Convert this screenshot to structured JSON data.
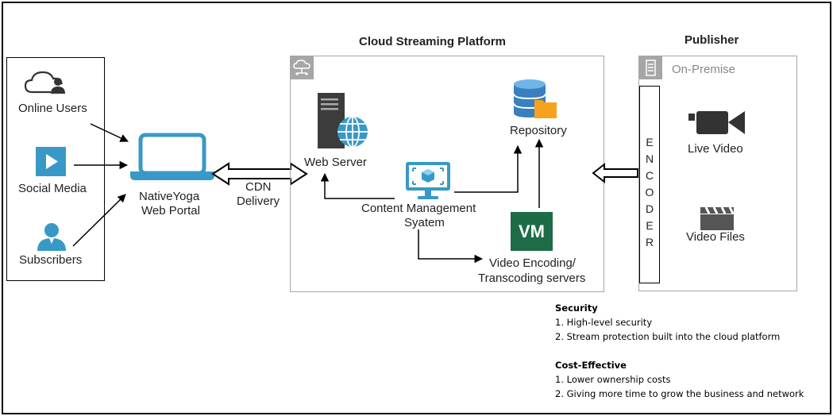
{
  "headers": {
    "cloud_platform": "Cloud Streaming Platform",
    "publisher": "Publisher"
  },
  "users": {
    "online_users": "Online Users",
    "social_media": "Social Media",
    "subscribers": "Subscribers"
  },
  "portal": {
    "line1": "NativeYoga",
    "line2": "Web Portal"
  },
  "cdn": {
    "line1": "CDN",
    "line2": "Delivery"
  },
  "cloud": {
    "web_server": "Web Server",
    "repository": "Repository",
    "cms_line1": "Content Management",
    "cms_line2": "Syatem",
    "vm_badge": "VM",
    "encoding_line1": "Video Encoding/",
    "encoding_line2": "Transcoding servers"
  },
  "publisher": {
    "on_premise": "On-Premise",
    "encoder_letters": [
      "E",
      "N",
      "C",
      "O",
      "D",
      "E",
      "R"
    ],
    "live_video": "Live Video",
    "video_files": "Video Files"
  },
  "notes": {
    "security_title": "Security",
    "security_items": [
      "1.  High-level security",
      "2.  Stream protection built into the cloud platform"
    ],
    "cost_title": "Cost-Effective",
    "cost_items": [
      "1.  Lower ownership costs",
      "2.  Giving more time to grow the business and network"
    ]
  },
  "colors": {
    "azure_blue": "#3999c6",
    "dark_server": "#3c3c3c",
    "vm_green": "#1e6b47",
    "folder_orange": "#f7a21b",
    "border_gray": "#a6a6a6"
  }
}
